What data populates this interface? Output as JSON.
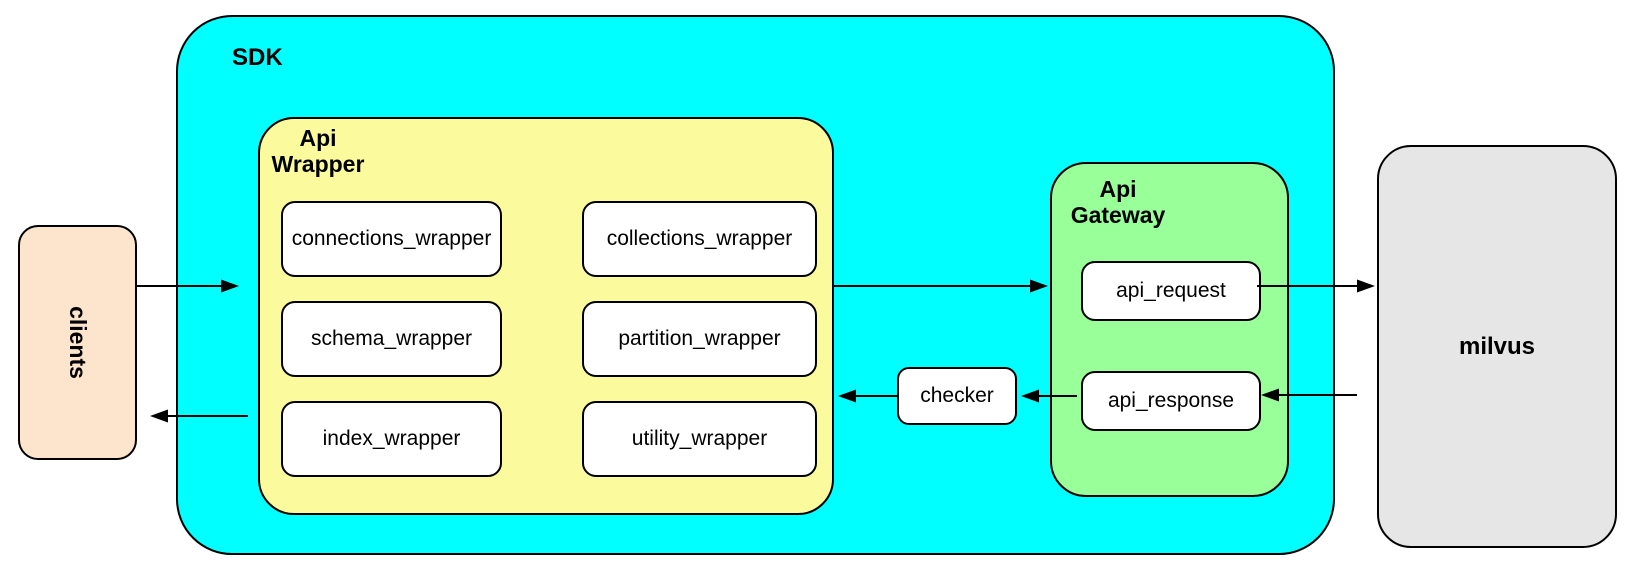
{
  "diagram": {
    "nodes": {
      "clients": {
        "label": "clients",
        "fill": "#FCE5CC"
      },
      "sdk": {
        "label": "SDK",
        "fill": "#00FFFF"
      },
      "api_wrapper": {
        "label": "Api\nWrapper",
        "fill": "#FBFB9E"
      },
      "wrapper_boxes": [
        "connections_wrapper",
        "collections_wrapper",
        "schema_wrapper",
        "partition_wrapper",
        "index_wrapper",
        "utility_wrapper"
      ],
      "api_gateway": {
        "label": "Api\nGateway",
        "fill": "#99FF99"
      },
      "api_request": {
        "label": "api_request"
      },
      "api_response": {
        "label": "api_response"
      },
      "checker": {
        "label": "checker",
        "fill": "#FFFFFF"
      },
      "milvus": {
        "label": "milvus",
        "fill": "#E6E6E6"
      }
    },
    "edges": [
      {
        "from": "clients",
        "to": "sdk"
      },
      {
        "from": "api_wrapper",
        "to": "api_gateway"
      },
      {
        "from": "api_request",
        "to": "milvus"
      },
      {
        "from": "milvus",
        "to": "api_response"
      },
      {
        "from": "api_response",
        "to": "checker"
      },
      {
        "from": "checker",
        "to": "api_wrapper"
      },
      {
        "from": "sdk",
        "to": "clients"
      }
    ]
  }
}
